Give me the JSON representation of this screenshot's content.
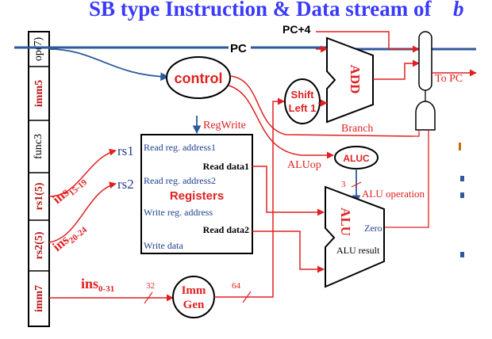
{
  "title": "SB type Instruction & Data stream of",
  "fields": {
    "op": "op(7)",
    "imm5": "imm5",
    "func3": "func3",
    "rs1": "rs1(5)",
    "rs2": "rs2(5)",
    "imm7": "imm7"
  },
  "labels": {
    "pc": "PC",
    "pc4": "PC+4",
    "control": "control",
    "shift": "Shift",
    "left1": "Left 1",
    "add": "ADD",
    "to_pc": "To PC",
    "branch": "Branch",
    "regwrite": "RegWrite",
    "aluop": "ALUop",
    "aluc": "ALUC",
    "alu_operation": "ALU operation",
    "three": "3",
    "alu": "ALU",
    "zero": "Zero",
    "alu_result": "ALU result",
    "rs1": "rs1",
    "rs2": "rs2",
    "ins_base": "ins",
    "ins_rs1_sub": "15-19",
    "ins_rs2_sub": "20-24",
    "ins_imm_sub": "0-31",
    "imm_bits_in": "32",
    "imm_bits_out": "64",
    "imm": "Imm",
    "gen": "Gen"
  },
  "registers": {
    "read_addr1": "Read reg. address1",
    "read_data1": "Read data1",
    "read_addr2": "Read reg. address2",
    "title": "Registers",
    "write_addr": "Write reg. address",
    "read_data2": "Read data2",
    "write_data": "Write data"
  },
  "colors": {
    "title": "#3a3aff",
    "control_line": "#2e5a9c",
    "data_line": "#e02020",
    "dark_red": "#b81414",
    "black": "#000000",
    "blue_text": "#1f3f8f",
    "orange": "#c07000"
  }
}
